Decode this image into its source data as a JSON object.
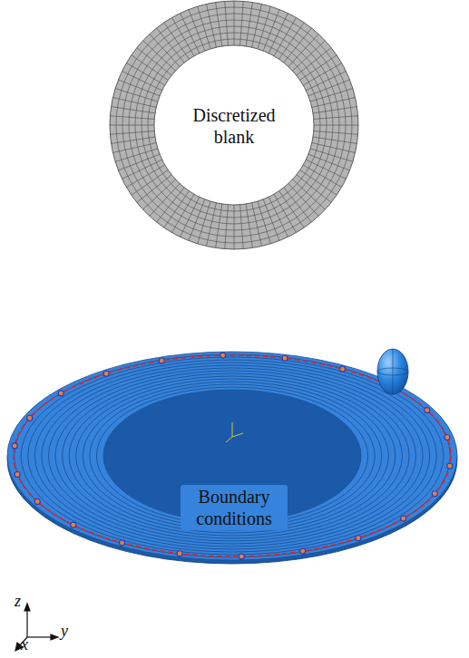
{
  "diagram": {
    "labels": [
      "Discretized blank",
      "Boundary conditions",
      "z",
      "y",
      "x"
    ]
  }
}
